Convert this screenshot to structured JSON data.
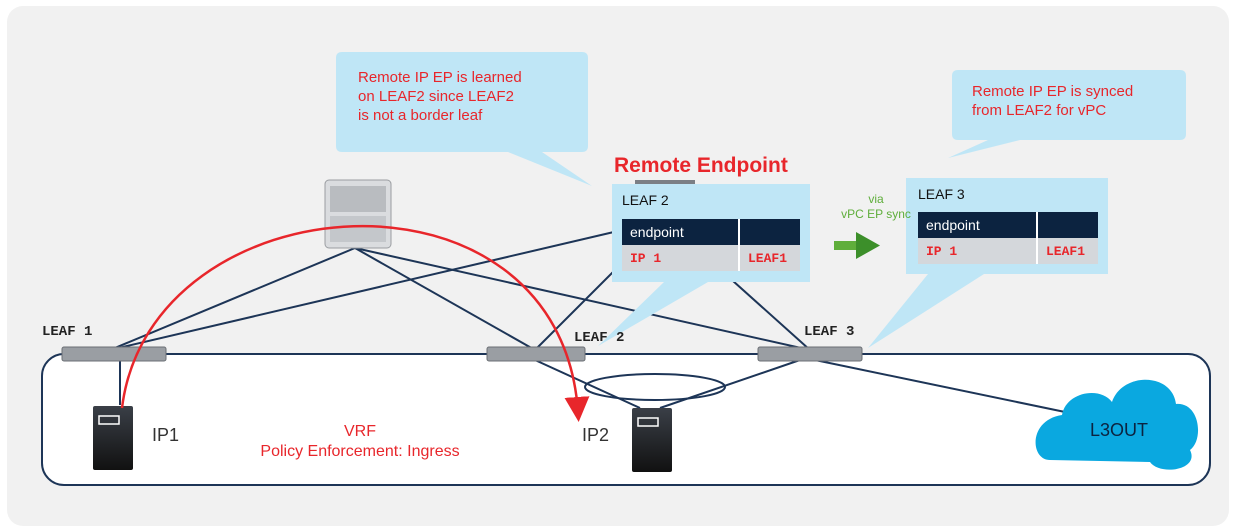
{
  "callouts": {
    "left": {
      "lines": [
        "Remote IP EP is learned",
        "on LEAF2 since LEAF2",
        "is not a border leaf"
      ]
    },
    "right": {
      "lines": [
        "Remote IP EP is synced",
        "from LEAF2 for vPC"
      ]
    }
  },
  "remote_endpoint_title": "Remote Endpoint",
  "leaf2_panel": {
    "title": "LEAF 2",
    "header": [
      "endpoint",
      ""
    ],
    "row": [
      "IP 1",
      "LEAF1"
    ]
  },
  "leaf3_panel": {
    "title": "LEAF 3",
    "header": [
      "endpoint",
      ""
    ],
    "row": [
      "IP 1",
      "LEAF1"
    ]
  },
  "sync_label": {
    "line1": "via",
    "line2": "vPC EP sync"
  },
  "leaf_labels": {
    "leaf1": "LEAF 1",
    "leaf2": "LEAF 2",
    "leaf3": "LEAF 3"
  },
  "hosts": {
    "ip1": "IP1",
    "ip2": "IP2"
  },
  "vrf": {
    "line1": "VRF",
    "line2": "Policy Enforcement: Ingress"
  },
  "l3out": "L3OUT",
  "colors": {
    "link": "#1d3557",
    "callout": "#bfe6f6",
    "accent_red": "#e8262b",
    "sync_green": "#5fae3b",
    "table_header": "#0c2340",
    "cloud": "#0aa8e0"
  }
}
